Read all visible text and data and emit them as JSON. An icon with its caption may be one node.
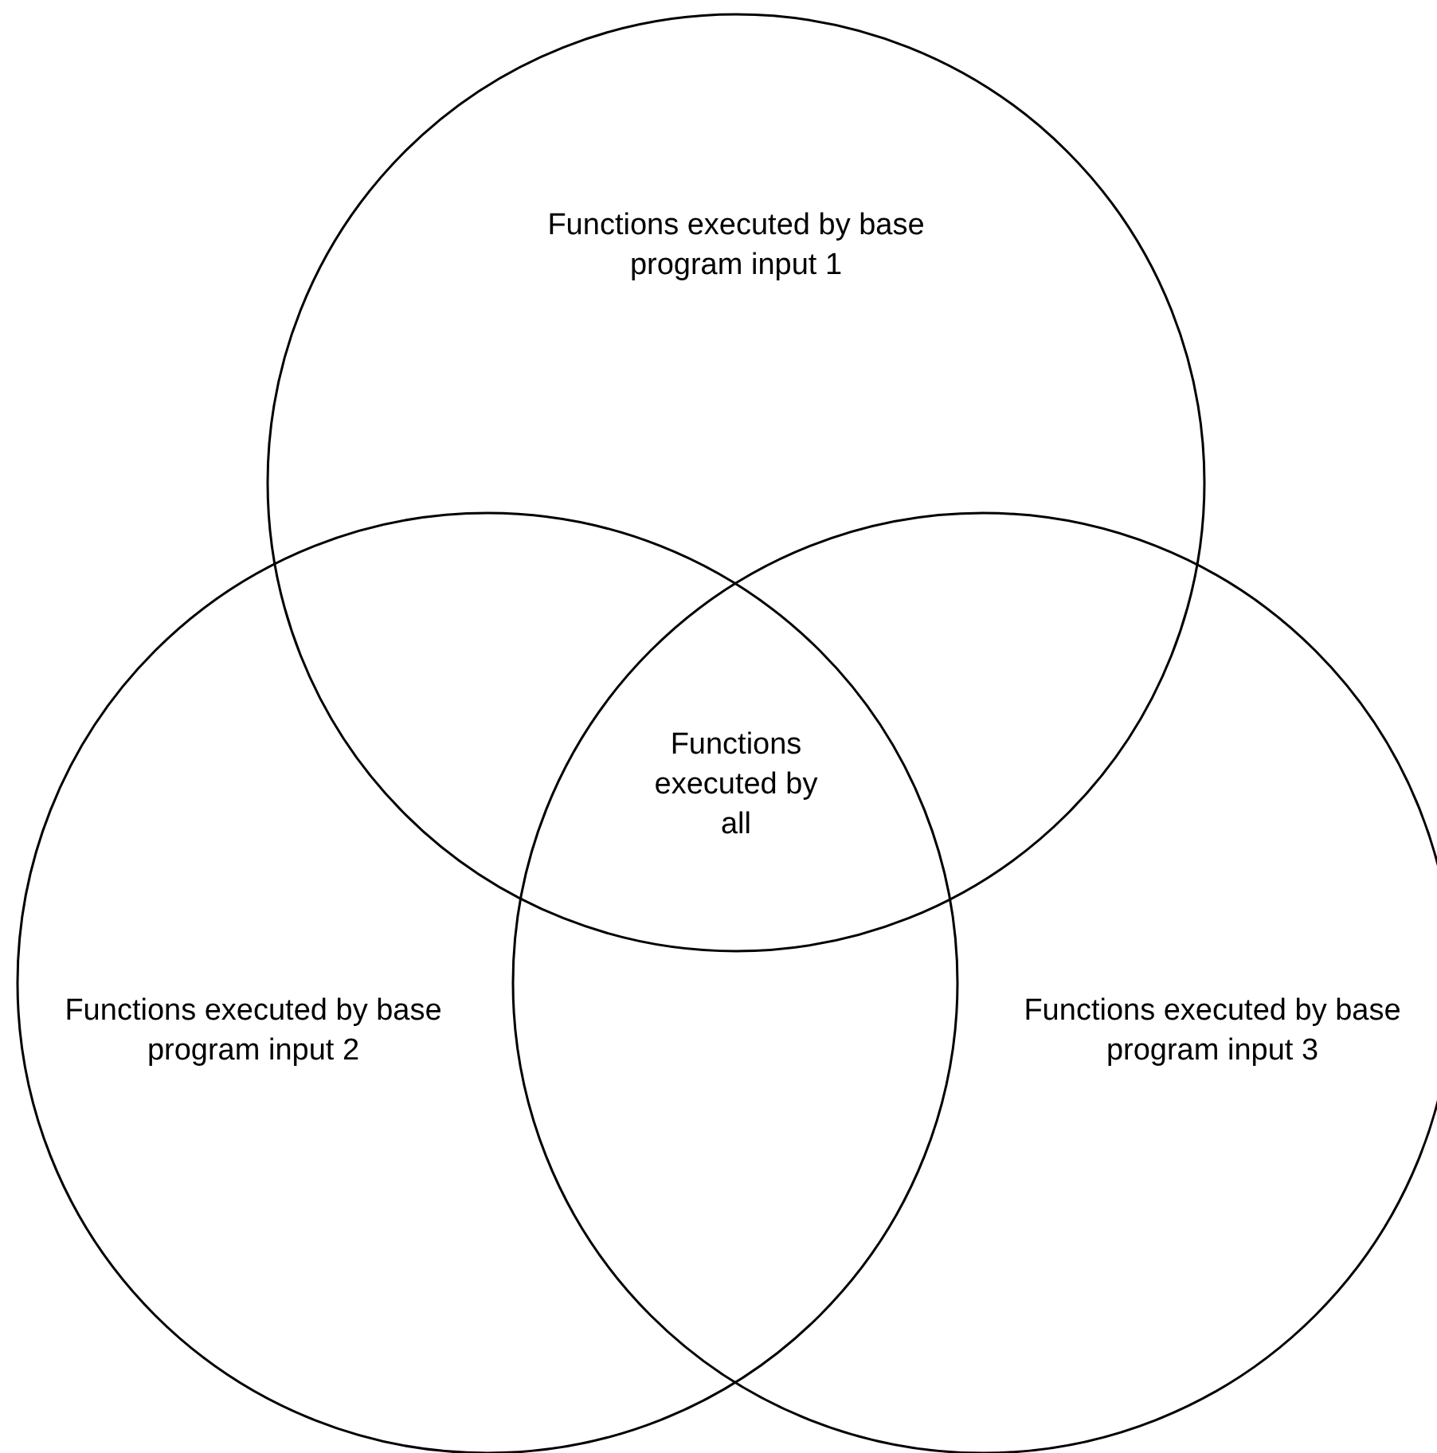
{
  "diagram": {
    "nodes": [
      {
        "text": [
          "Functions executed by base program input 1"
        ]
      },
      {
        "text": [
          "Functions executed by base program input 2"
        ]
      },
      {
        "text": [
          "Functions executed by base program input 3"
        ]
      }
    ],
    "labels": [
      "Functions executed by all"
    ]
  }
}
